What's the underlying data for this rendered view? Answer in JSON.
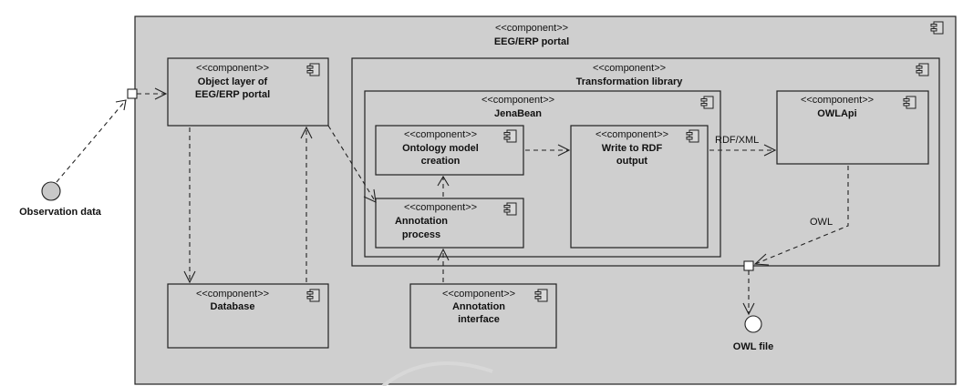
{
  "stereotype": "<<component>>",
  "components": {
    "portal": {
      "name": "EEG/ERP portal"
    },
    "object_layer": {
      "name_line1": "Object layer of",
      "name_line2": "EEG/ERP portal"
    },
    "transformation": {
      "name": "Transformation library"
    },
    "jenabean": {
      "name": "JenaBean"
    },
    "ontology": {
      "name_line1": "Ontology model",
      "name_line2": "creation"
    },
    "write_rdf": {
      "name_line1": "Write to RDF",
      "name_line2": "output"
    },
    "owlapi": {
      "name": "OWLApi"
    },
    "annotation_process": {
      "name_line1": "Annotation",
      "name_line2": "process"
    },
    "database": {
      "name": "Database"
    },
    "annotation_interface": {
      "name_line1": "Annotation",
      "name_line2": "interface"
    }
  },
  "external": {
    "observation": {
      "label": "Observation data"
    },
    "owl_file": {
      "label": "OWL file"
    }
  },
  "edges": {
    "rdf_xml": "RDF/XML",
    "owl": "OWL"
  },
  "colors": {
    "box_fill": "#cfcfcf",
    "stroke": "#222222",
    "node_fill": "#c8c8c8"
  },
  "icons": [
    "component-icon",
    "port-icon",
    "interface-circle-icon"
  ]
}
